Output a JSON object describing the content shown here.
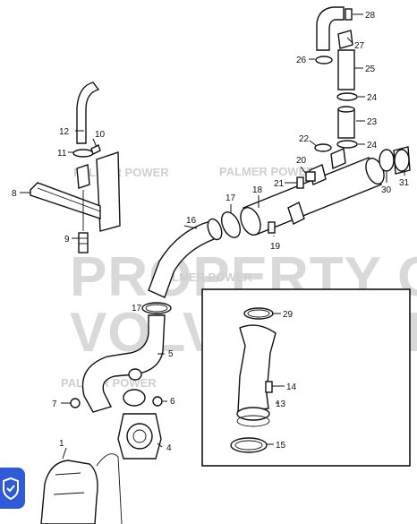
{
  "watermarks": {
    "line1": "PROPERTY OF",
    "line2": "VOLVO PENTA",
    "brand": "PALMER POWER"
  },
  "callouts": [
    "1",
    "4",
    "5",
    "6",
    "7",
    "8",
    "9",
    "10",
    "11",
    "12",
    "13",
    "14",
    "15",
    "16",
    "17",
    "17",
    "18",
    "19",
    "20",
    "21",
    "22",
    "23",
    "24",
    "24",
    "25",
    "26",
    "27",
    "28",
    "29",
    "30",
    "31"
  ],
  "badge": {
    "icon": "shield-check-icon",
    "color": "#2f5bd8"
  }
}
